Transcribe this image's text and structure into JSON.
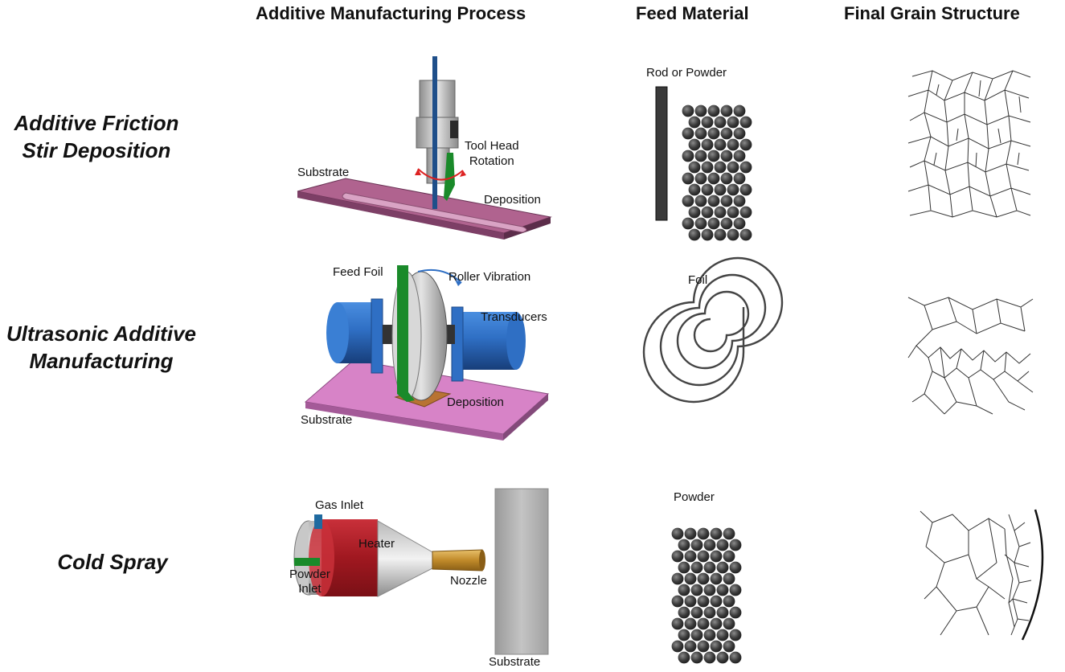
{
  "headers": {
    "process": "Additive Manufacturing Process",
    "feed": "Feed Material",
    "grain": "Final Grain Structure"
  },
  "rows": [
    {
      "title_line1": "Additive Friction",
      "title_line2": "Stir Deposition",
      "labels": {
        "substrate": "Substrate",
        "tool_head_1": "Tool Head",
        "tool_head_2": "Rotation",
        "deposition": "Deposition"
      },
      "feed_label": "Rod or Powder"
    },
    {
      "title_line1": "Ultrasonic Additive",
      "title_line2": "Manufacturing",
      "labels": {
        "feed_foil": "Feed Foil",
        "roller_vibration": "Roller Vibration",
        "transducers": "Transducers",
        "deposition": "Deposition",
        "substrate": "Substrate"
      },
      "feed_label": "Foil"
    },
    {
      "title_line1": "Cold Spray",
      "labels": {
        "gas_inlet": "Gas Inlet",
        "heater": "Heater",
        "powder_1": "Powder",
        "powder_2": "Inlet",
        "nozzle": "Nozzle",
        "substrate": "Substrate"
      },
      "feed_label": "Powder"
    }
  ],
  "colors": {
    "substrate_purple": "#b0638f",
    "uam_substrate": "#d783c7",
    "transducer_blue": "#2f6fc4",
    "feed_green": "#1a8a2a",
    "tool_blue": "#1f4f8a",
    "heater_red": "#b51e24",
    "nozzle_gold": "#c08a2a",
    "deposition_copper": "#b87333",
    "metal_grey": "#a8a8a8"
  }
}
